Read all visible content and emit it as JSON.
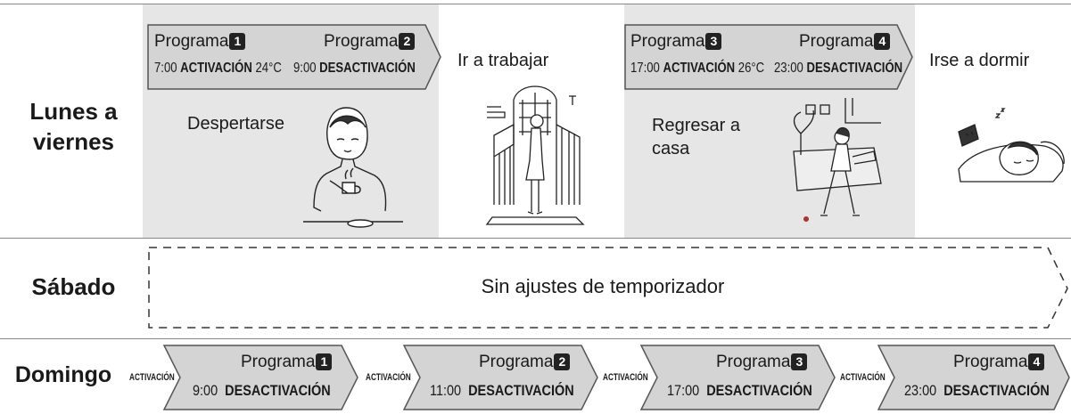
{
  "rows": {
    "weekday": "Lunes a viernes",
    "weekday_line1": "Lunes a",
    "weekday_line2": "viernes",
    "saturday": "Sábado",
    "sunday": "Domingo"
  },
  "weekday_programs": [
    {
      "label": "Programa",
      "number": "1",
      "time": "7:00",
      "action": "ACTIVACIÓN",
      "temp": "24°C"
    },
    {
      "label": "Programa",
      "number": "2",
      "time": "9:00",
      "action": "DESACTIVACIÓN",
      "temp": ""
    },
    {
      "label": "Programa",
      "number": "3",
      "time": "17:00",
      "action": "ACTIVACIÓN",
      "temp": "26°C"
    },
    {
      "label": "Programa",
      "number": "4",
      "time": "23:00",
      "action": "DESACTIVACIÓN",
      "temp": ""
    }
  ],
  "events": {
    "wake": "Despertarse",
    "work": "Ir a trabajar",
    "home_line1": "Regresar a",
    "home_line2": "casa",
    "sleep": "Irse a dormir"
  },
  "saturday": {
    "text": "Sin ajustes de temporizador"
  },
  "sunday_programs": [
    {
      "pre": "ACTIVACIÓN",
      "label": "Programa",
      "number": "1",
      "time": "9:00",
      "action": "DESACTIVACIÓN"
    },
    {
      "pre": "ACTIVACIÓN",
      "label": "Programa",
      "number": "2",
      "time": "11:00",
      "action": "DESACTIVACIÓN"
    },
    {
      "pre": "ACTIVACIÓN",
      "label": "Programa",
      "number": "3",
      "time": "17:00",
      "action": "DESACTIVACIÓN"
    },
    {
      "pre": "ACTIVACIÓN",
      "label": "Programa",
      "number": "4",
      "time": "23:00",
      "action": "DESACTIVACIÓN"
    }
  ],
  "colors": {
    "shade": "#e6e6e6",
    "arrow_fill": "#d4d4d4",
    "arrow_stroke": "#555555",
    "text": "#1a1a1a"
  }
}
